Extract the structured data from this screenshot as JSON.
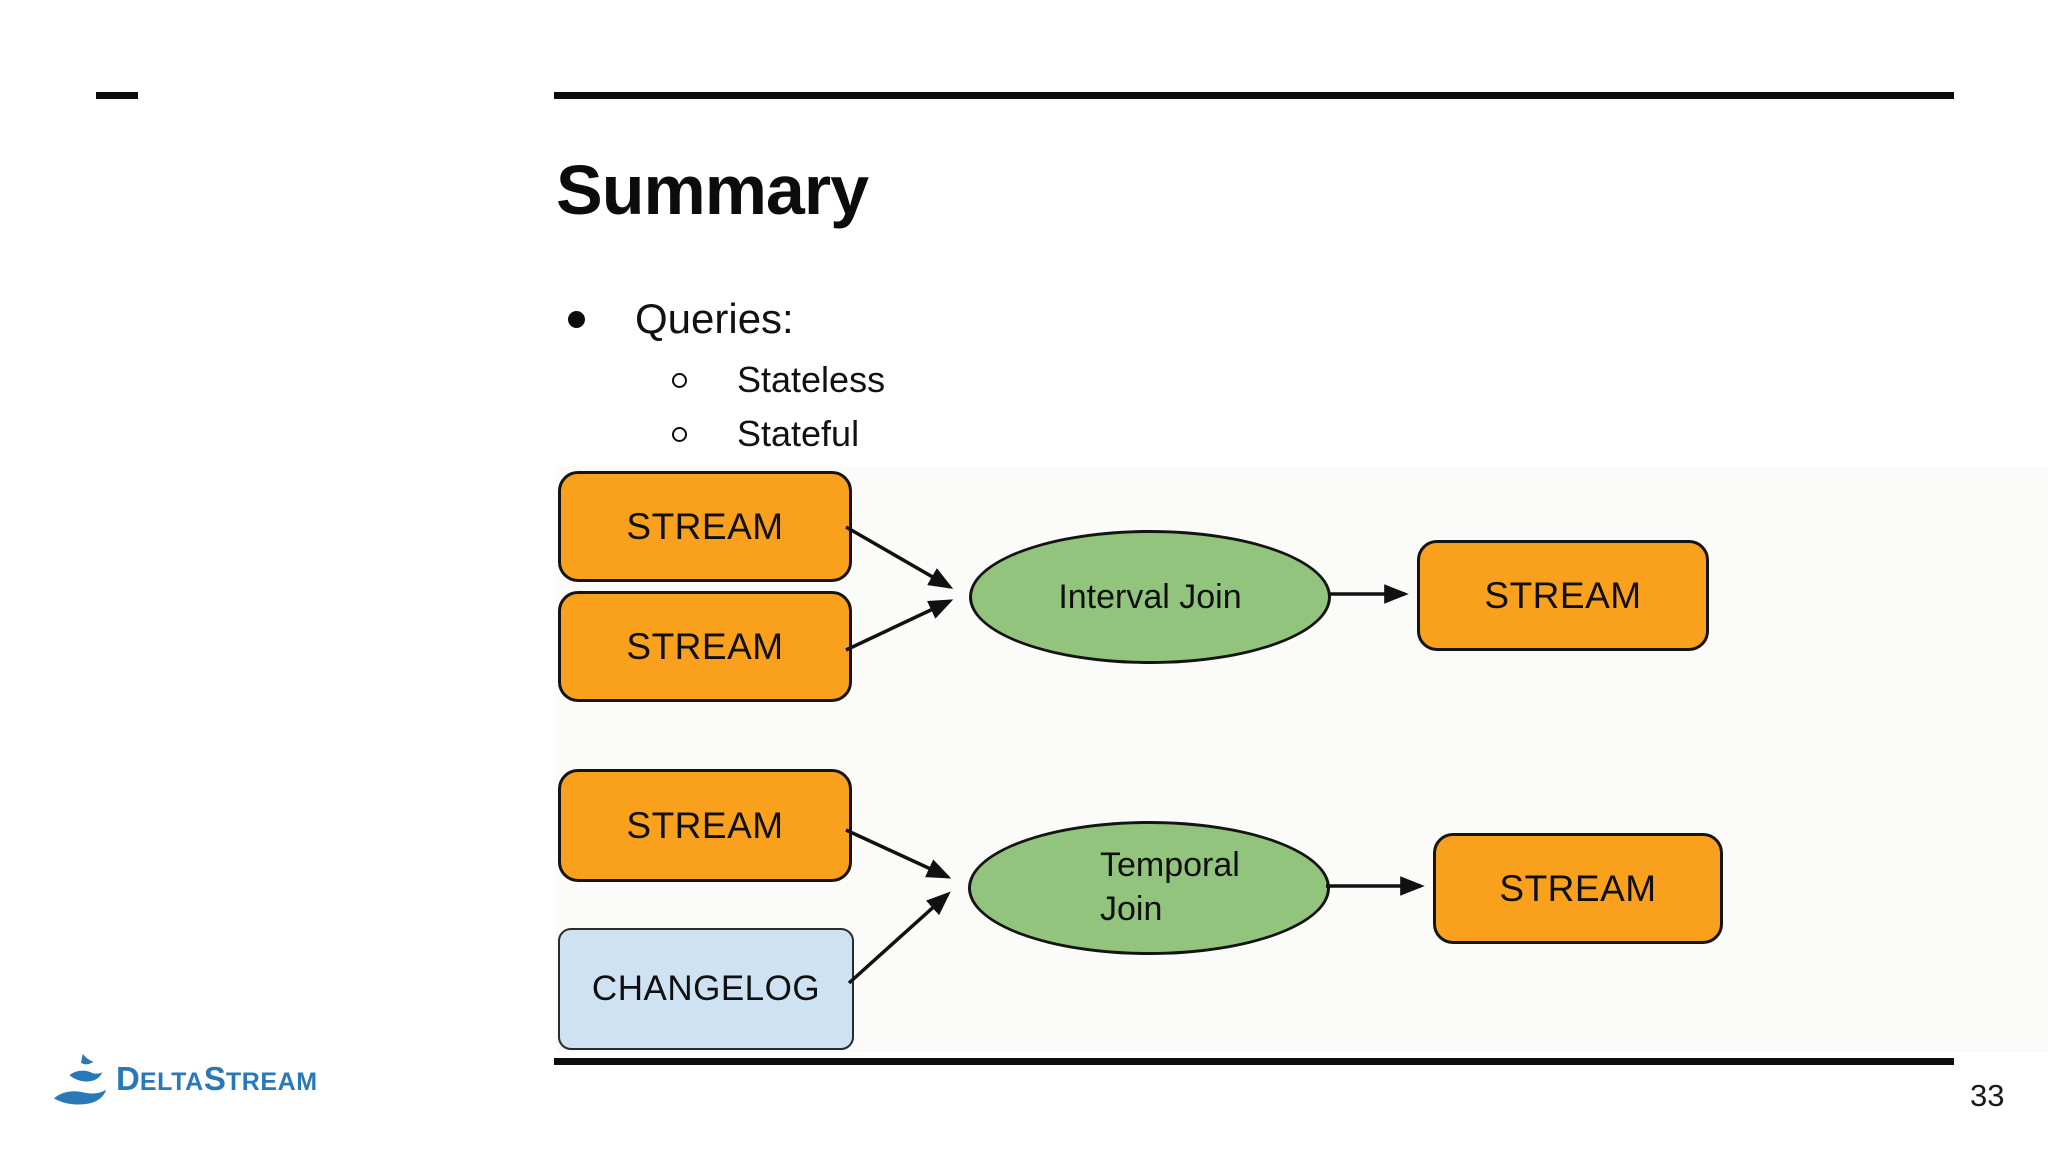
{
  "slide": {
    "title": "Summary",
    "page_number": "33",
    "bullets": {
      "level1": "Queries:",
      "level2": [
        "Stateless",
        "Stateful"
      ]
    },
    "diagram1": {
      "inputs": [
        "STREAM",
        "STREAM"
      ],
      "operator": "Interval Join",
      "output": "STREAM"
    },
    "diagram2": {
      "inputs": [
        "STREAM",
        "CHANGELOG"
      ],
      "operator": "Temporal Join",
      "output": "STREAM"
    },
    "logo": {
      "part1": "D",
      "part2": "ELTA",
      "part3": "S",
      "part4": "TREAM"
    },
    "colors": {
      "stream_fill": "#F9A11C",
      "changelog_fill": "#CFE2F3",
      "join_fill": "#93C47D",
      "outline": "#141414",
      "rule_black": "#0D0D0D",
      "logo_blue": "#2979B8"
    }
  }
}
